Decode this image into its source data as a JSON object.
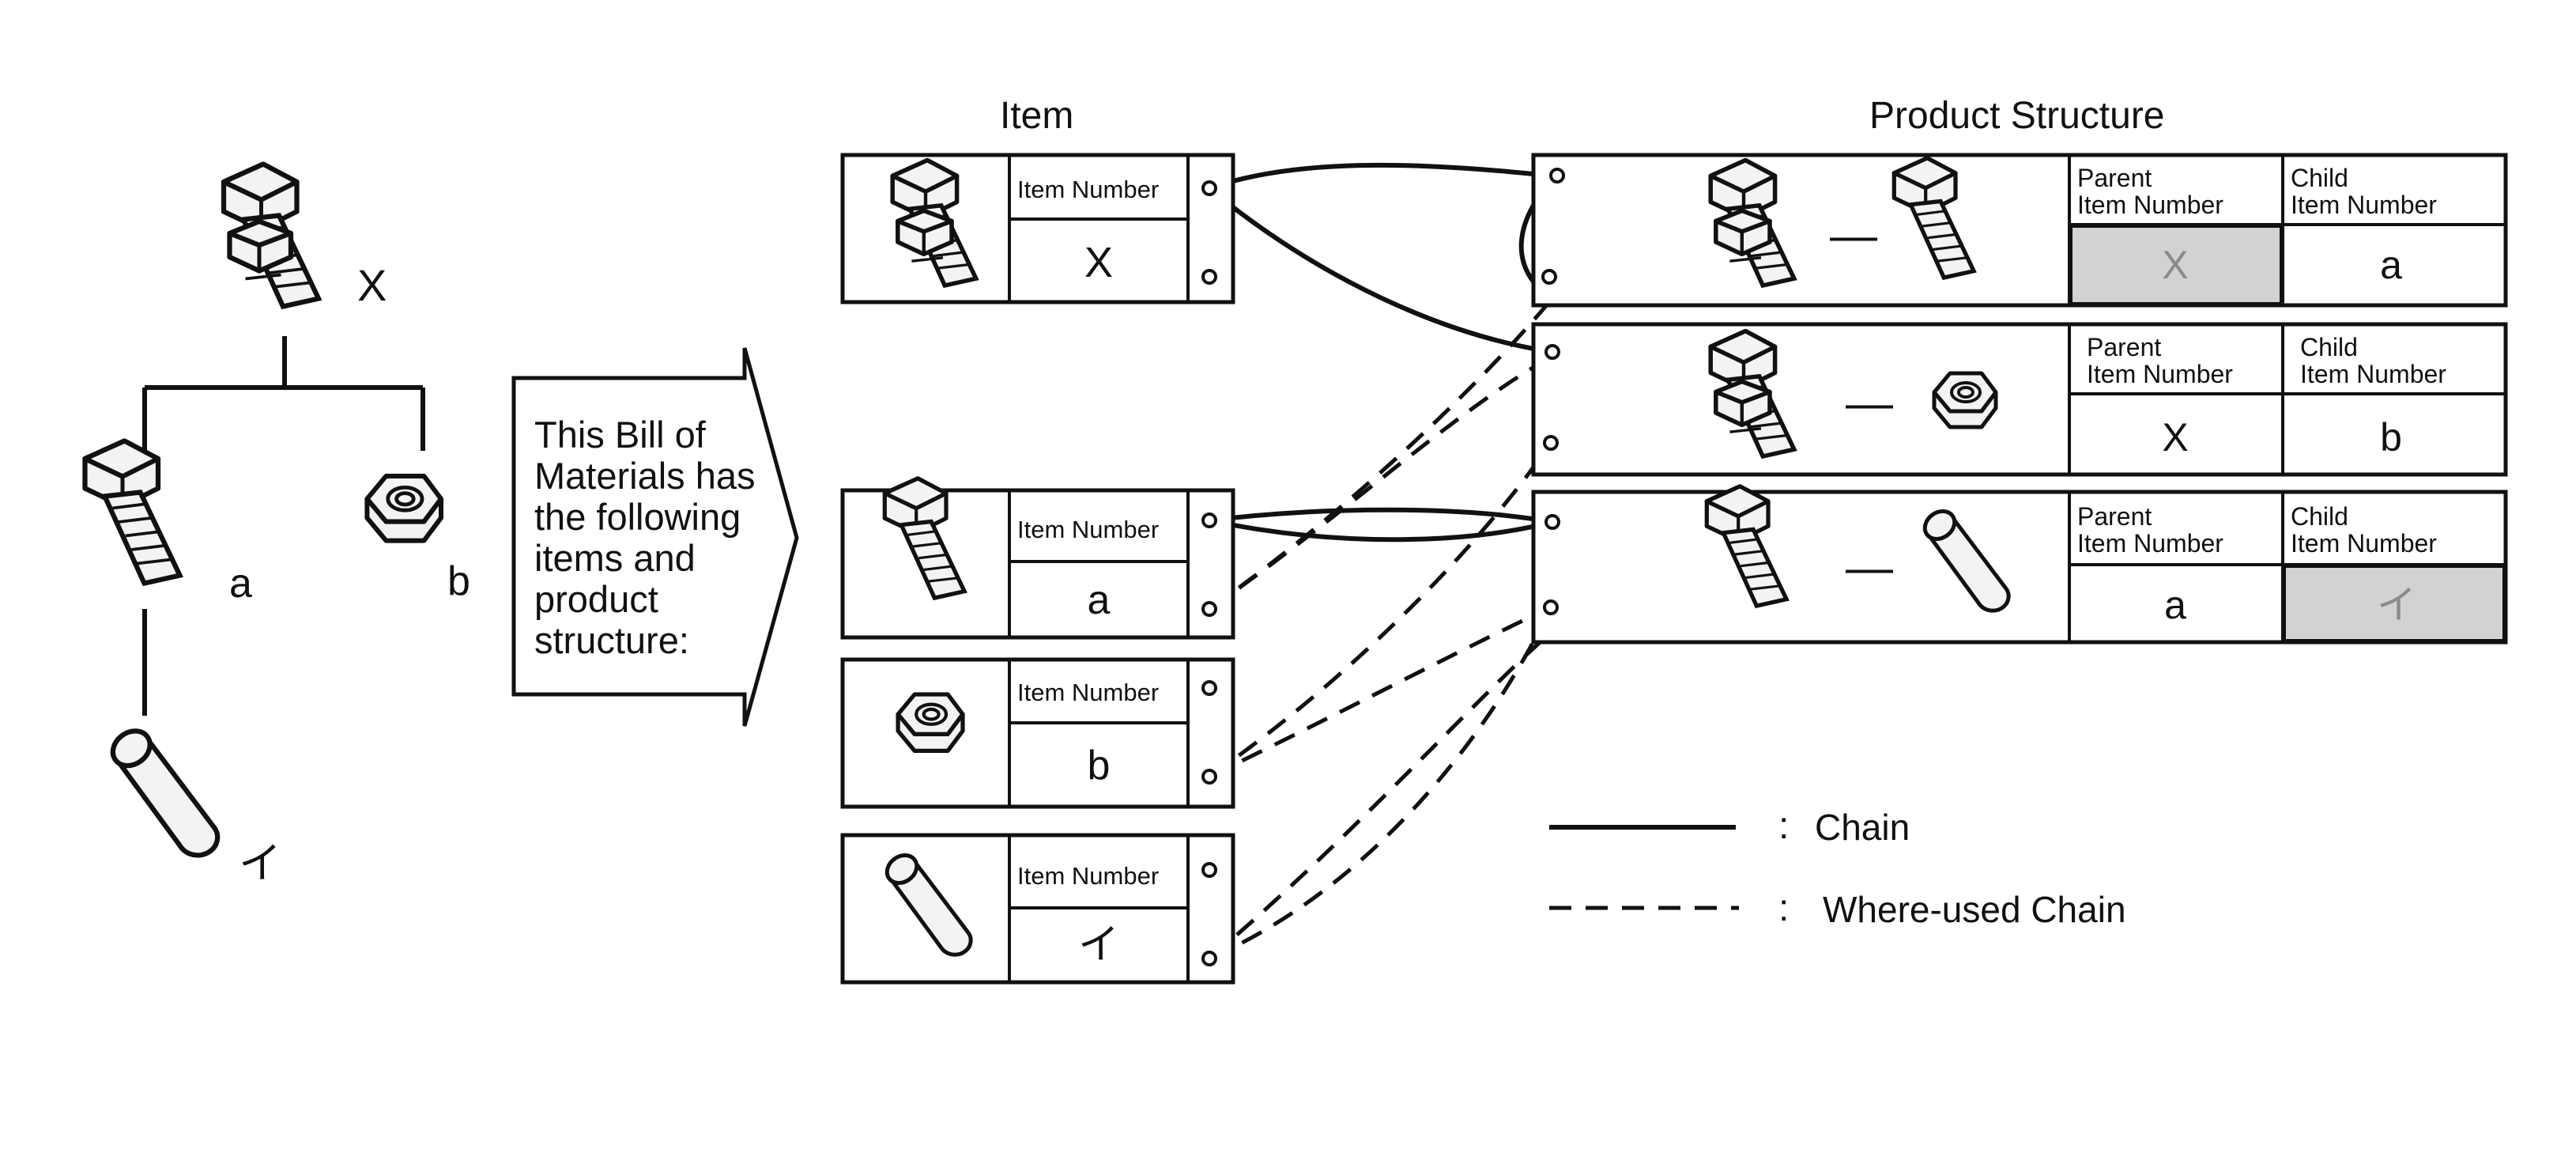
{
  "tree": {
    "root_label": "X",
    "child_a_label": "a",
    "child_b_label": "b",
    "grandchild_label": "イ"
  },
  "callout": {
    "lines": [
      "This Bill of",
      "Materials has",
      "the following",
      "items and",
      "product",
      "structure:"
    ]
  },
  "item_table": {
    "heading": "Item",
    "field_label": "Item Number",
    "rows": [
      {
        "icon": "bolt-nut-assembly-icon",
        "item_number": "X"
      },
      {
        "icon": "bolt-icon",
        "item_number": "a"
      },
      {
        "icon": "nut-icon",
        "item_number": "b"
      },
      {
        "icon": "pin-icon",
        "item_number": "イ"
      }
    ]
  },
  "structure_table": {
    "heading": "Product Structure",
    "parent_label_line1": "Parent",
    "parent_label_line2": "Item Number",
    "child_label_line1": "Child",
    "child_label_line2": "Item Number",
    "separator": "—",
    "rows": [
      {
        "parent_icon": "bolt-nut-assembly-icon",
        "child_icon": "bolt-icon",
        "parent": "X",
        "child": "a",
        "shaded": "parent"
      },
      {
        "parent_icon": "bolt-nut-assembly-icon",
        "child_icon": "nut-icon",
        "parent": "X",
        "child": "b",
        "shaded": "none"
      },
      {
        "parent_icon": "bolt-icon",
        "child_icon": "pin-icon",
        "parent": "a",
        "child": "イ",
        "shaded": "child"
      }
    ],
    "shade_color": "#d2d2d2"
  },
  "legend": {
    "separator": ":",
    "chain_label": "Chain",
    "where_used_label": "Where-used Chain"
  }
}
